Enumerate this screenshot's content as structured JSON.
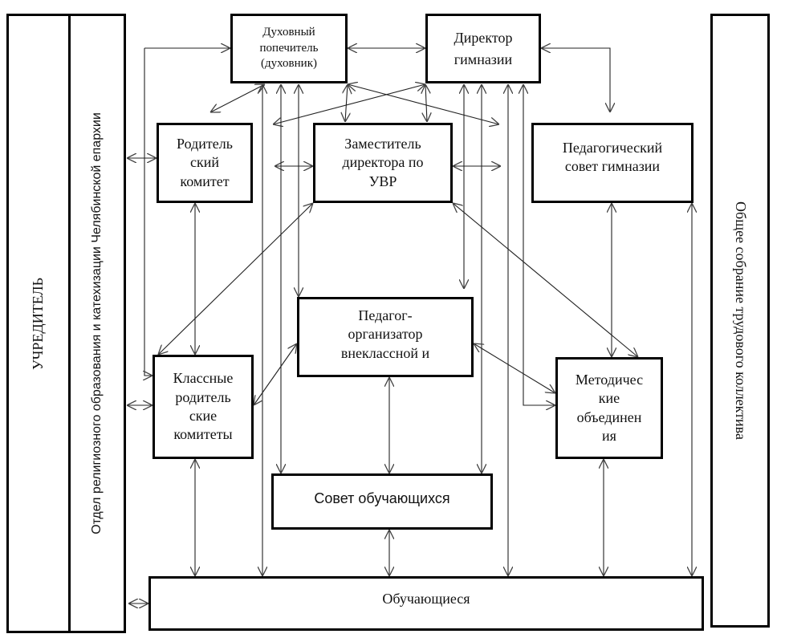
{
  "diagram": {
    "type": "org-structure",
    "left_panels": {
      "founder": "УЧРЕДИТЕЛЬ",
      "department": "Отдел религиозного образования и катехизации  Челябинской епархии"
    },
    "right_panel": {
      "assembly": "Общее собрание трудового коллектива"
    },
    "nodes": {
      "spiritual_guardian": "Духовный\nпопечитель\n(духовник)",
      "director": "Директор\nгимназии",
      "parent_committee": "Родитель\nский\nкомитет",
      "deputy_director": "Заместитель\nдиректора по\nУВР",
      "pedagogical_council": "Педагогический\nсовет гимназии",
      "organizer": "Педагог-\nорганизатор\nвнеклассной и",
      "class_parent_committees": "Классные\nродитель\nские\nкомитеты",
      "methodical_associations": "Методичес\nкие\nобъединен\nия",
      "student_council": "Совет обучающихся",
      "students": "Обучающиеся"
    },
    "colors": {
      "border": "#000000",
      "connector": "#222222",
      "background": "#ffffff"
    }
  }
}
